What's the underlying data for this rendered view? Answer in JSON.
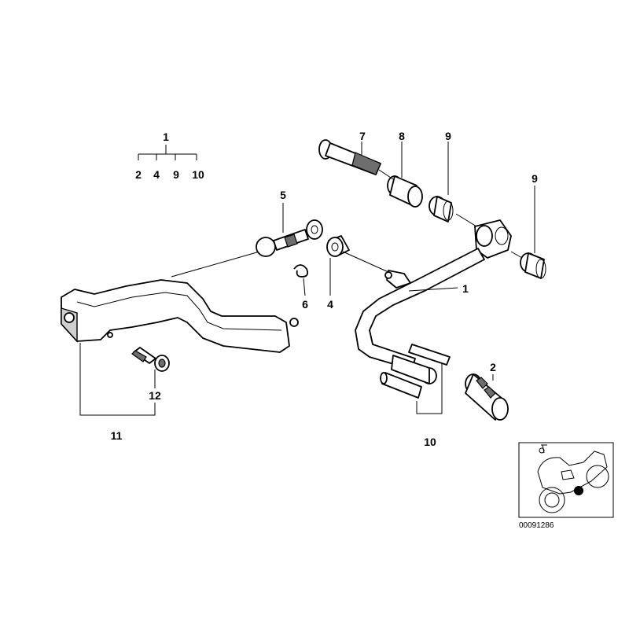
{
  "diagram": {
    "assembly_tree": {
      "parent": "1",
      "children": [
        "2",
        "4",
        "9",
        "10"
      ]
    },
    "callouts": {
      "c5": "5",
      "c6": "6",
      "c4": "4",
      "c7": "7",
      "c8": "8",
      "c9a": "9",
      "c9b": "9",
      "c1": "1",
      "c2": "2",
      "c12": "12",
      "c11": "11",
      "c10": "10"
    },
    "inset": {
      "code": "00091286"
    },
    "colors": {
      "line": "#000000",
      "shade": "#cfcfcf",
      "background": "#ffffff"
    }
  }
}
